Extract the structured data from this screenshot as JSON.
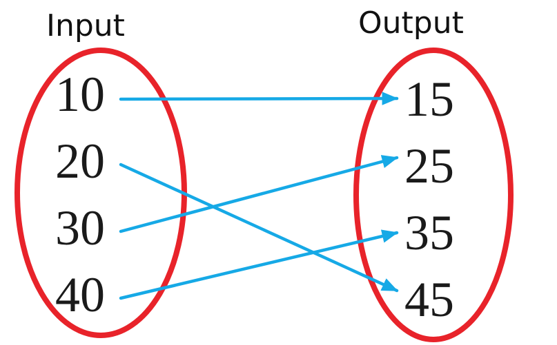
{
  "headings": {
    "input": "Input",
    "output": "Output"
  },
  "inputs": [
    "10",
    "20",
    "30",
    "40"
  ],
  "outputs": [
    "15",
    "25",
    "35",
    "45"
  ],
  "mappings": [
    {
      "from": "10",
      "to": "15"
    },
    {
      "from": "20",
      "to": "45"
    },
    {
      "from": "30",
      "to": "25"
    },
    {
      "from": "40",
      "to": "35"
    }
  ],
  "colors": {
    "oval": "#e8232a",
    "arrow": "#16a9e6",
    "text": "#1a1a1a"
  }
}
